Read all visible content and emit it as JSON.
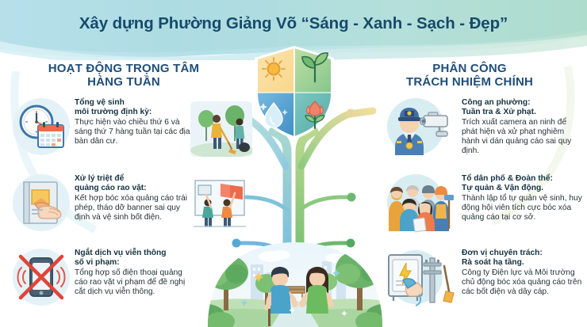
{
  "header": {
    "title": "Xây dựng Phường Giảng Võ “Sáng - Xanh - Sạch - Đẹp”",
    "title_color": "#174a6b",
    "band_colors": [
      "#bfe4ec",
      "#a9dbe6",
      "#cde9e3",
      "#b9dfcf"
    ]
  },
  "emblem": {
    "name": "shield-emblem",
    "quadrants": [
      {
        "icon": "sun-icon",
        "meaning": "Sáng",
        "color": "#f6c453"
      },
      {
        "icon": "leaf-icon",
        "meaning": "Xanh",
        "color": "#67b36a"
      },
      {
        "icon": "water-drop-icon",
        "meaning": "Sạch",
        "color": "#4a9fd4"
      },
      {
        "icon": "flower-icon",
        "meaning": "Đẹp",
        "color": "#f2836b"
      }
    ]
  },
  "columns": {
    "left": {
      "heading_line1": "HOẠT ĐỘNG TRỌNG TÂM",
      "heading_line2": "HÀNG TUẦN",
      "accent": "#4a9fd4",
      "items": [
        {
          "icon": "clock-calendar-icon",
          "head_line1": "Tổng vệ sinh",
          "head_line2": "môi trường định kỳ:",
          "body": "Thực hiện vào chiều thứ 6 và sáng thứ 7 hàng tuần tại các địa bàn dân cư.",
          "scene": "street-cleaning-scene"
        },
        {
          "icon": "hand-peeling-poster-icon",
          "head_line1": "Xử lý triệt để",
          "head_line2": "quảng cáo rao vặt:",
          "body": "Kết hợp bóc xóa quảng cáo trái phép, tháo dỡ banner sai quy định và vệ sinh bốt điện.",
          "scene": "banner-removal-scene"
        },
        {
          "icon": "phone-disabled-icon",
          "head_line1": "Ngắt dịch vụ viễn thông",
          "head_line2": "số vi phạm:",
          "body": "Tổng hợp số điện thoại quảng cáo rao vặt vi phạm để đề nghị cắt dịch vụ viễn thông.",
          "scene": ""
        }
      ]
    },
    "right": {
      "heading_line1": "PHÂN CÔNG",
      "heading_line2": "TRÁCH NHIỆM CHÍNH",
      "accent": "#6cb86f",
      "items": [
        {
          "icon": "police-camera-icon",
          "head_line1": "Công an phường:",
          "head_line2": "Tuần tra & Xử phạt.",
          "body": "Trích xuất camera an ninh để phát hiện và xử phạt nghiêm hành vi dán quảng cáo sai quy định."
        },
        {
          "icon": "community-group-icon",
          "head_line1": "Tổ dân phố & Đoàn thể:",
          "head_line2": "Tự quản & Vận động.",
          "body": "Thành lập tổ tự quản vệ sinh, huy động hội viên tích cực bóc xóa quảng cáo tại cơ sở."
        },
        {
          "icon": "electric-box-cleaning-icon",
          "head_line1": "Đơn vị chuyên trách:",
          "head_line2": "Rà soát hạ tầng.",
          "body": "Công ty Điện lực và Môi trường chủ động bóc xóa quảng cáo trên các bốt điện và dây cáp."
        }
      ]
    }
  },
  "bottom": {
    "scene": "green-park-community-scene"
  }
}
